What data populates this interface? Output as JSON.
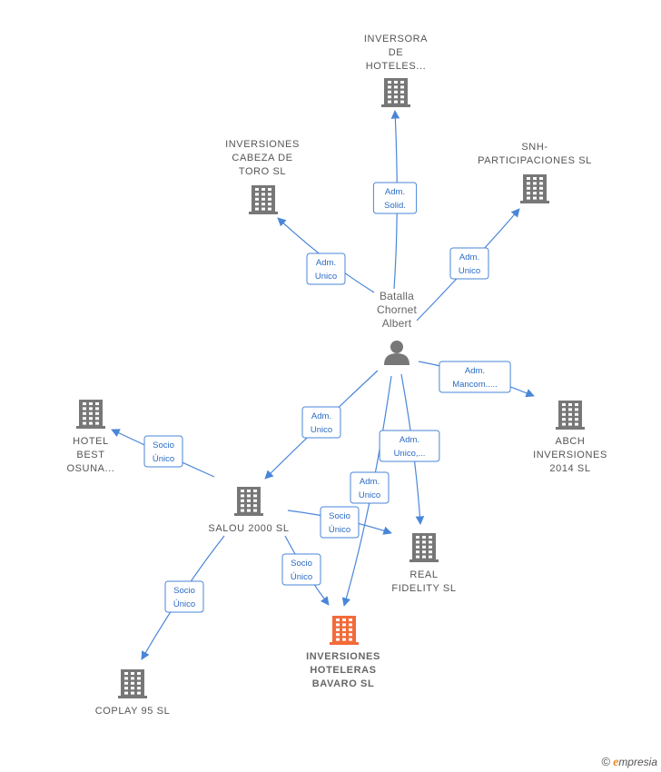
{
  "nodes": [
    {
      "id": "inversora",
      "type": "company",
      "lines": [
        "INVERSORA",
        "DE",
        "HOTELES..."
      ]
    },
    {
      "id": "cabeza",
      "type": "company",
      "lines": [
        "INVERSIONES",
        "CABEZA DE",
        "TORO  SL"
      ]
    },
    {
      "id": "snh",
      "type": "company",
      "lines": [
        "SNH-",
        "PARTICIPACIONES SL"
      ]
    },
    {
      "id": "person",
      "type": "person",
      "lines": [
        "Batalla",
        "Chornet",
        "Albert"
      ]
    },
    {
      "id": "abch",
      "type": "company",
      "lines": [
        "ABCH",
        "INVERSIONES",
        "2014  SL"
      ]
    },
    {
      "id": "best",
      "type": "company",
      "lines": [
        "HOTEL",
        "BEST",
        "OSUNA..."
      ]
    },
    {
      "id": "salou",
      "type": "company",
      "lines": [
        "SALOU 2000 SL"
      ]
    },
    {
      "id": "real",
      "type": "company",
      "lines": [
        "REAL",
        "FIDELITY SL"
      ]
    },
    {
      "id": "bavaro",
      "type": "focus",
      "lines": [
        "INVERSIONES",
        "HOTELERAS",
        "BAVARO  SL"
      ]
    },
    {
      "id": "coplay",
      "type": "company",
      "lines": [
        "COPLAY 95 SL"
      ]
    }
  ],
  "edges": [
    {
      "from": "person",
      "to": "inversora",
      "label": [
        "Adm.",
        "Solid."
      ]
    },
    {
      "from": "person",
      "to": "cabeza",
      "label": [
        "Adm.",
        "Unico"
      ]
    },
    {
      "from": "person",
      "to": "snh",
      "label": [
        "Adm.",
        "Unico"
      ]
    },
    {
      "from": "person",
      "to": "abch",
      "label": [
        "Adm.",
        "Mancom....."
      ]
    },
    {
      "from": "person",
      "to": "salou",
      "label": [
        "Adm.",
        "Unico"
      ]
    },
    {
      "from": "person",
      "to": "real",
      "label": [
        "Adm.",
        "Unico,..."
      ]
    },
    {
      "from": "person",
      "to": "bavaro",
      "label": [
        "Adm.",
        "Unico"
      ]
    },
    {
      "from": "salou",
      "to": "best",
      "label": [
        "Socio",
        "Único"
      ]
    },
    {
      "from": "salou",
      "to": "real",
      "label": [
        "Socio",
        "Único"
      ]
    },
    {
      "from": "salou",
      "to": "bavaro",
      "label": [
        "Socio",
        "Único"
      ]
    },
    {
      "from": "salou",
      "to": "coplay",
      "label": [
        "Socio",
        "Único"
      ]
    }
  ],
  "colors": {
    "edge": "#4a86d8",
    "company_icon": "#777777",
    "focus_icon": "#f26b3a",
    "person_icon": "#777777"
  },
  "brand": {
    "copyright": "©",
    "name_initial": "e",
    "name_rest": "mpresia"
  }
}
